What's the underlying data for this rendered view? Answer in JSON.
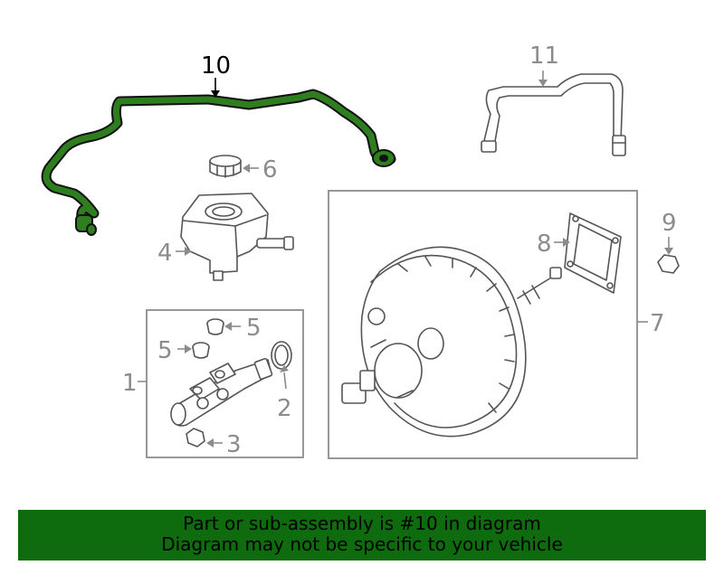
{
  "diagram": {
    "callouts": {
      "c1": "1",
      "c2": "2",
      "c3": "3",
      "c4": "4",
      "c5a": "5",
      "c5b": "5",
      "c6": "6",
      "c7": "7",
      "c8": "8",
      "c9": "9",
      "c10": "10",
      "c11": "11"
    },
    "highlight_part": "10",
    "colors": {
      "highlight": "#2e7d1e",
      "banner": "#0e6b0e",
      "linework": "#555555",
      "callout_text": "#8c8c8c"
    }
  },
  "banner": {
    "line1": "Part or sub-assembly is #10 in diagram",
    "line2": "Diagram may not be specific to your vehicle"
  }
}
